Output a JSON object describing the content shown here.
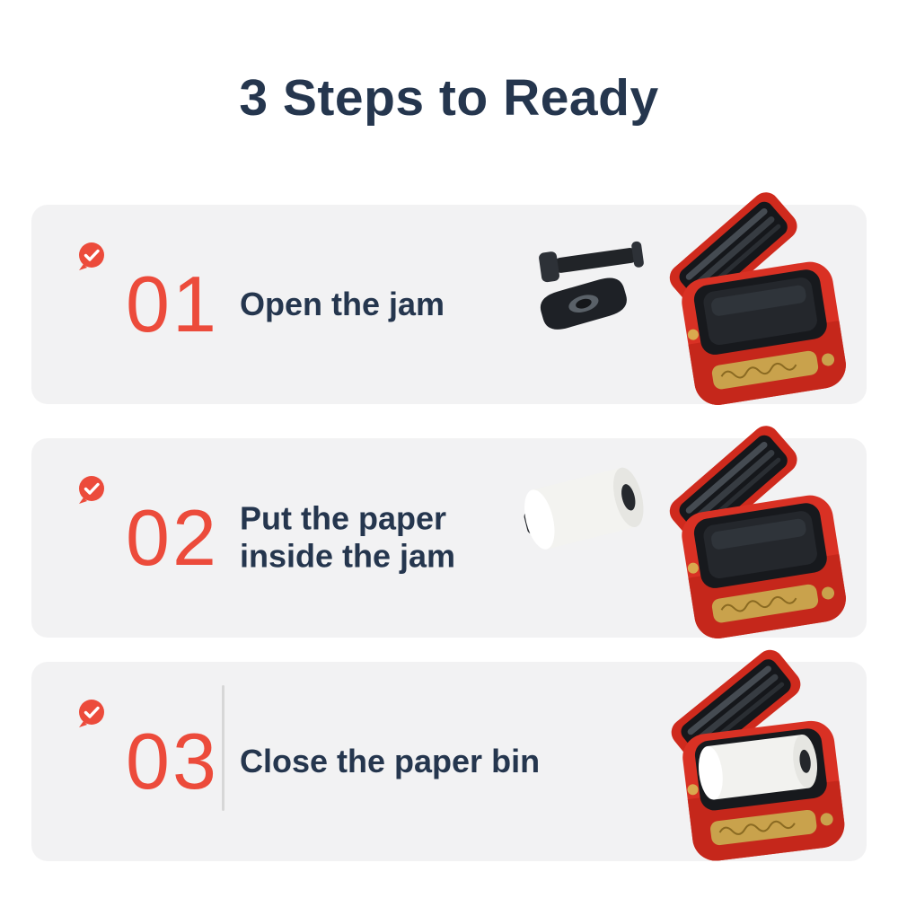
{
  "title": "3 Steps to Ready",
  "steps": [
    {
      "number": "01",
      "label": "Open the jam",
      "illustration": "printer-lid-open-with-spindle-parts"
    },
    {
      "number": "02",
      "label": "Put the paper inside the jam",
      "illustration": "printer-with-paper-roll-outside"
    },
    {
      "number": "03",
      "label": "Close the paper bin",
      "illustration": "printer-with-paper-roll-inside"
    }
  ],
  "icons": {
    "step_check": "✔"
  },
  "colors": {
    "accent_red": "#EC4B3B",
    "heading_navy": "#25364E",
    "card_background": "#F2F2F3",
    "divider_gray": "#D7D7D7",
    "printer_red": "#D93124",
    "printer_dark": "#17191D",
    "gold_plate": "#C9A24C",
    "paper_white": "#FFFFFF"
  }
}
